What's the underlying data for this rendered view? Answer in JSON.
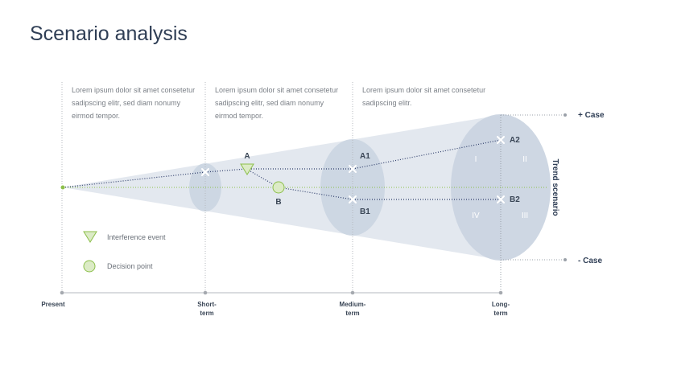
{
  "title": "Scenario analysis",
  "columns": [
    {
      "text": "Lorem ipsum dolor sit amet consetetur sadipscing elitr, sed diam nonumy eirmod tempor."
    },
    {
      "text": "Lorem ipsum dolor sit amet consetetur sadipscing elitr, sed diam nonumy eirmod tempor."
    },
    {
      "text": "Lorem ipsum dolor sit amet consetetur sadipscing elitr."
    }
  ],
  "axis": {
    "present": "Present",
    "short_term": "Short-\nterm",
    "medium_term": "Medium-\nterm",
    "long_term": "Long-\nterm"
  },
  "cases": {
    "plus": "+ Case",
    "minus": "- Case"
  },
  "trend_label": "Trend scenario",
  "points": {
    "a": "A",
    "b": "B",
    "a1": "A1",
    "b1": "B1",
    "a2": "A2",
    "b2": "B2"
  },
  "quadrants": {
    "q1": "I",
    "q2": "II",
    "q3": "IV",
    "q4": "III"
  },
  "legend": {
    "interference": "Interference event",
    "decision": "Decision point"
  },
  "colors": {
    "cone": "#e3e8ef",
    "ellipse": "#c9d3e0",
    "title": "#2f3e55",
    "navy_path": "#2f3e6b",
    "green": "#8cbf4a",
    "green_fill": "#dcebc6"
  }
}
